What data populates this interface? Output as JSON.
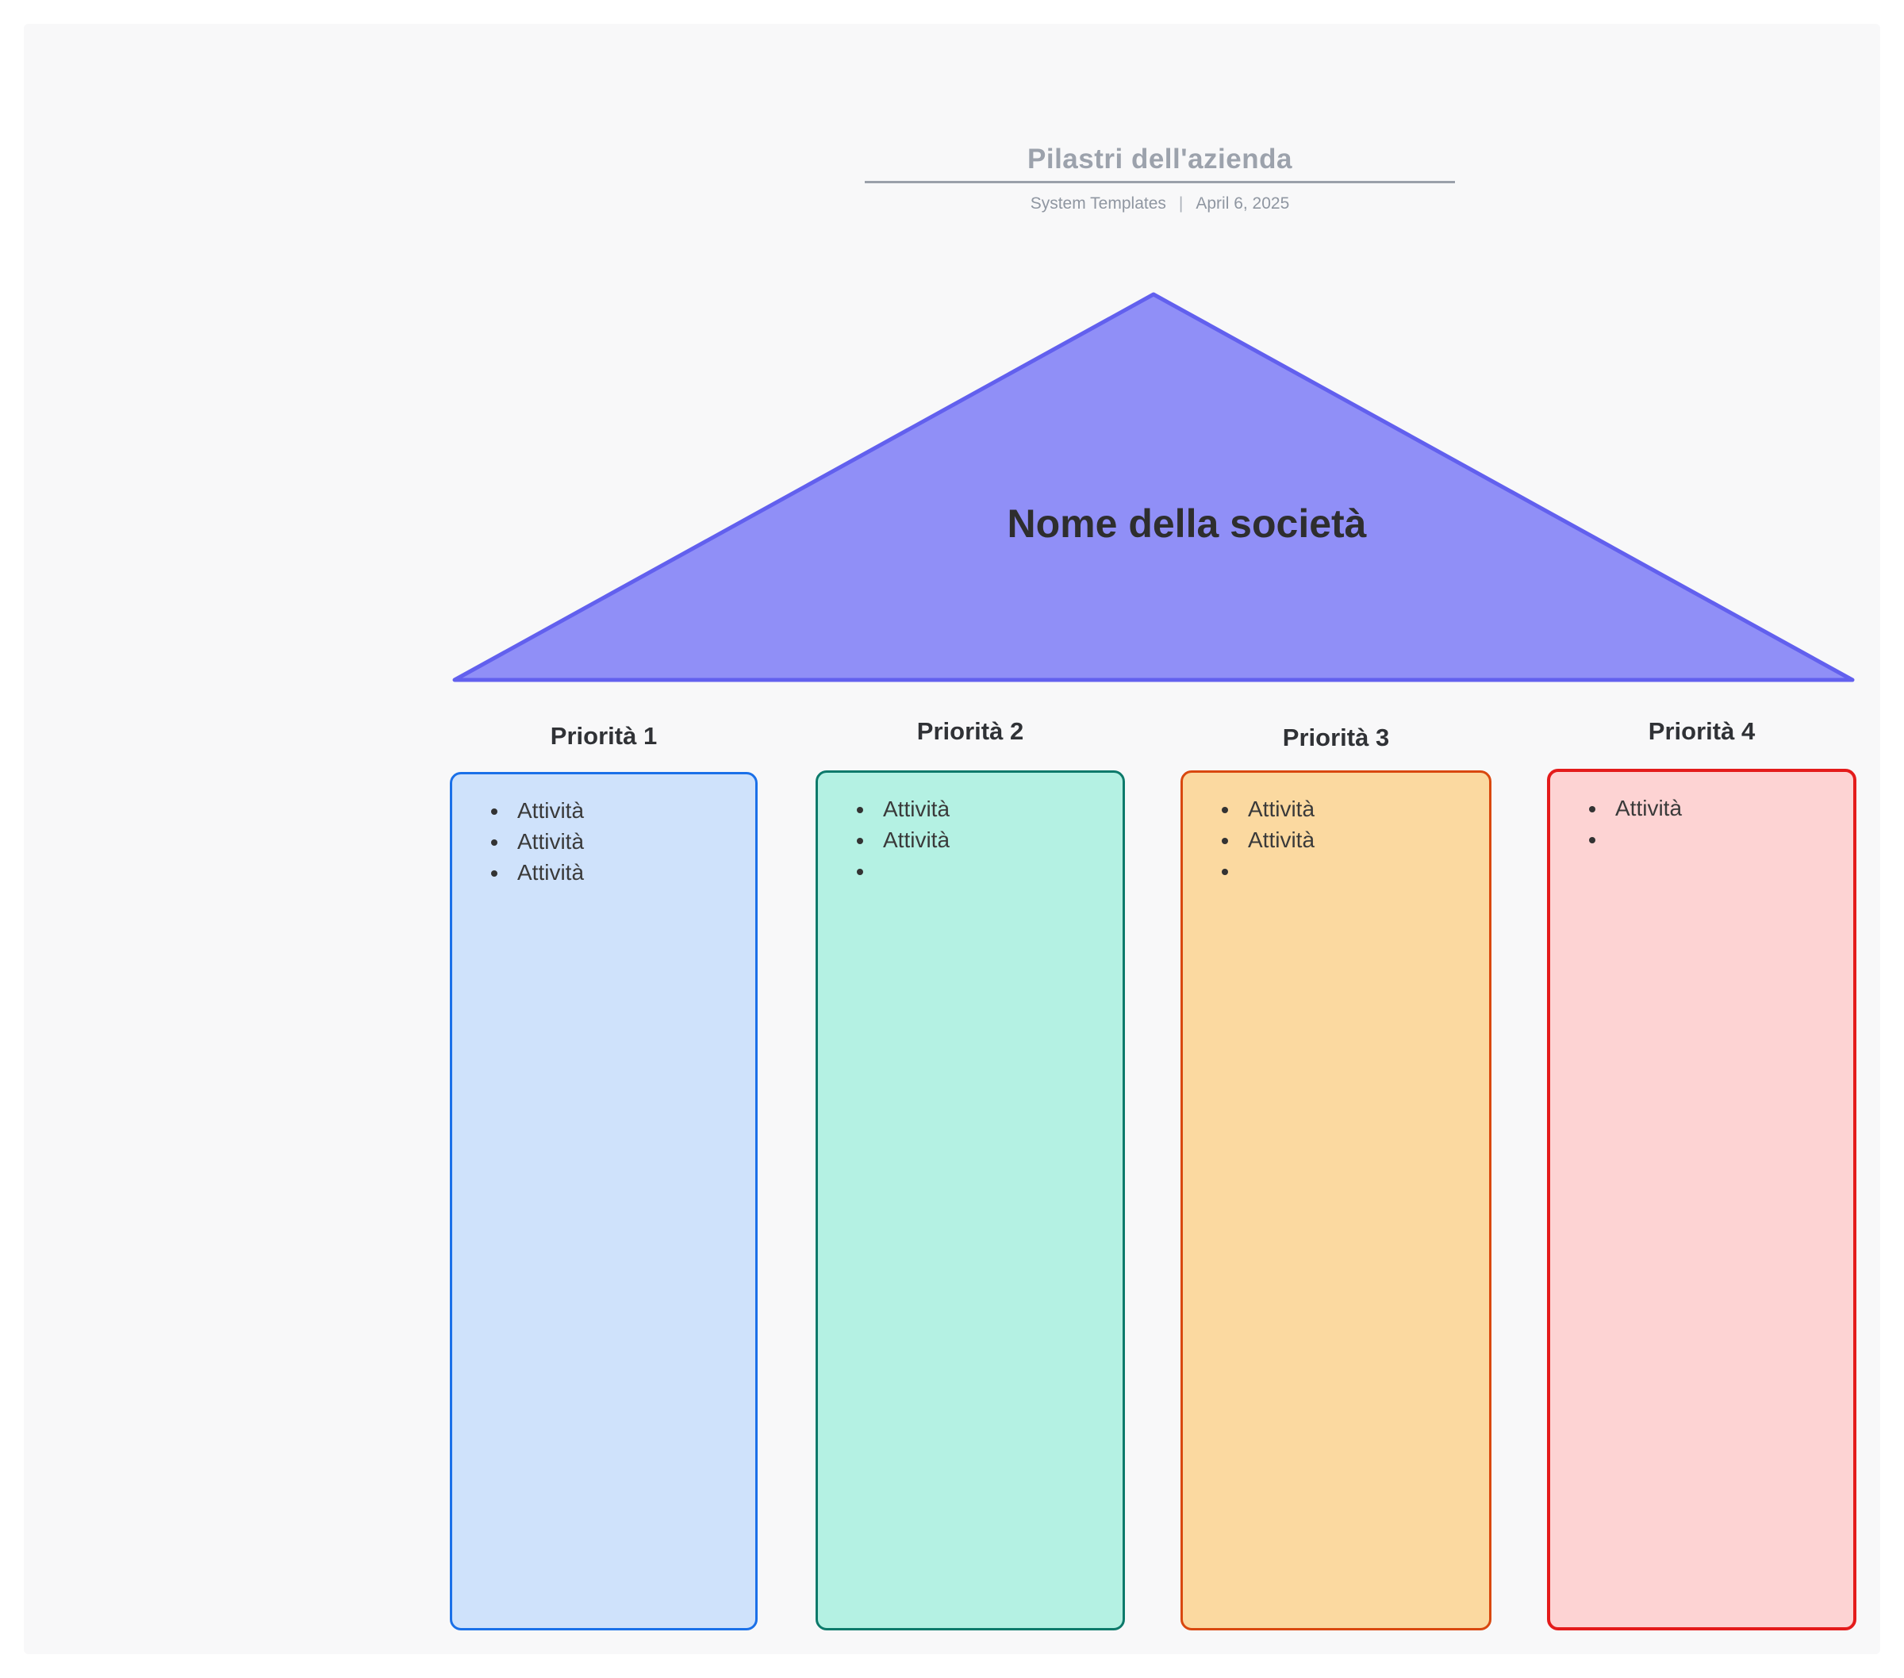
{
  "page": {
    "background": "#ffffff",
    "canvas_background": "#f8f8f9"
  },
  "header": {
    "title": "Pilastri dell'azienda",
    "divider_color": "#9aa0aa",
    "author": "System Templates",
    "separator": "|",
    "date": "April 6, 2025"
  },
  "roof": {
    "label": "Nome della società",
    "fill": "#908ff7",
    "stroke": "#6260ee"
  },
  "pillars": [
    {
      "heading": "Priorità 1",
      "fill": "#cfe2fb",
      "stroke": "#1b70e8",
      "items": [
        "Attività",
        "Attività",
        "Attività"
      ]
    },
    {
      "heading": "Priorità 2",
      "fill": "#b4f1e3",
      "stroke": "#0d7a6b",
      "items": [
        "Attività",
        "Attività",
        ""
      ]
    },
    {
      "heading": "Priorità 3",
      "fill": "#fbd9a0",
      "stroke": "#d9480f",
      "items": [
        "Attività",
        "Attività",
        ""
      ]
    },
    {
      "heading": "Priorità 4",
      "fill": "#fdd3d3",
      "stroke": "#e41b1b",
      "items": [
        "Attività",
        ""
      ]
    }
  ]
}
